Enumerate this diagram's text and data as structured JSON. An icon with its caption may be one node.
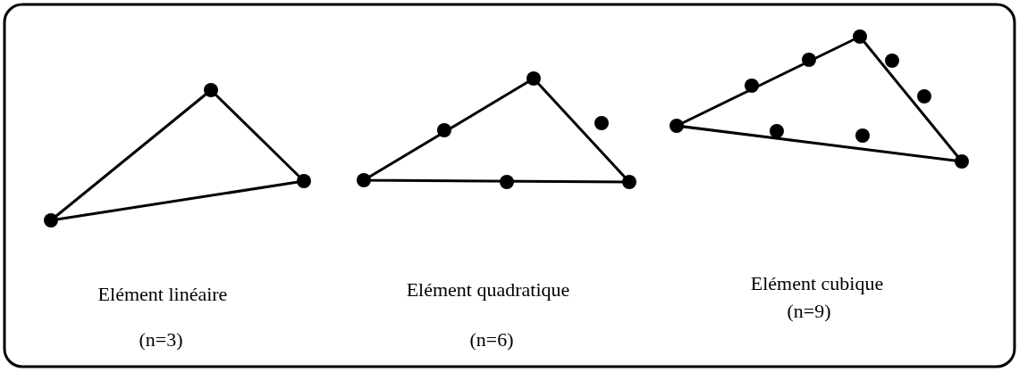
{
  "diagram": {
    "labels": [
      "Elément linéaire",
      "(n=3)",
      "Elément quadratique",
      "(n=6)",
      "Elément cubique",
      "(n=9)"
    ]
  }
}
